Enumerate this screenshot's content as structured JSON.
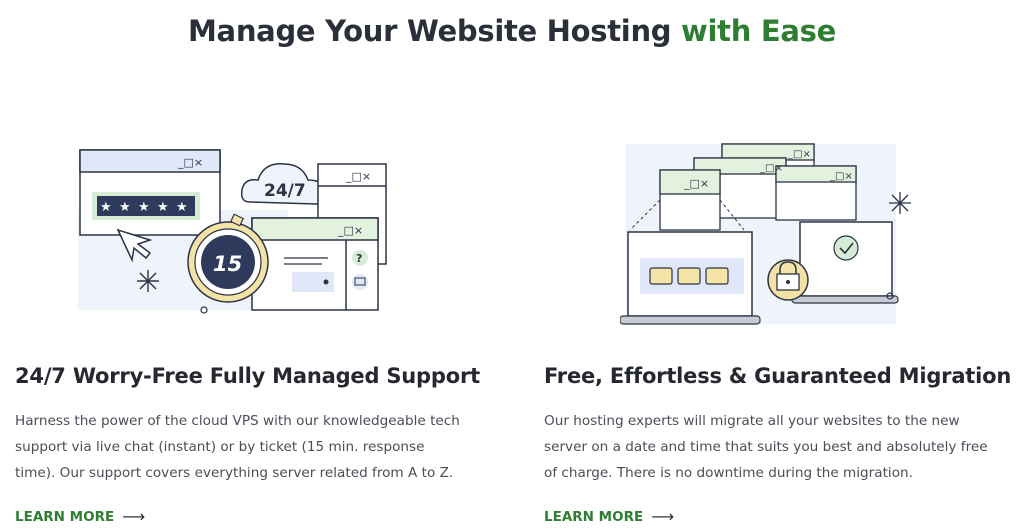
{
  "headline": {
    "main": "Manage Your Website Hosting ",
    "accent": "with Ease"
  },
  "features": [
    {
      "title": "24/7 Worry-Free Fully Managed Support",
      "description": "Harness the power of the cloud VPS with our knowledgeable tech support via live chat (instant) or by ticket (15 min. response time). Our support covers everything server related from A to Z.",
      "cta": "LEARN MORE",
      "illustration": {
        "cloud_label": "24/7",
        "timer_label": "15",
        "window_controls": "_□×",
        "help_glyph": "?"
      }
    },
    {
      "title": "Free, Effortless & Guaranteed Migration",
      "description": "Our hosting experts will migrate all your websites to the new server on a date and time that suits you best and absolutely free of charge. There is no downtime during the migration.",
      "cta": "LEARN MORE",
      "illustration": {
        "window_controls": "_□×"
      }
    }
  ],
  "colors": {
    "accent": "#2e7d32",
    "stroke": "#2c3345",
    "window_header_blue": "#dfe7f8",
    "window_header_green": "#e3f2df",
    "soft_blue": "#eef3fc",
    "yellow": "#f3e3a6"
  },
  "icons": {
    "cta_arrow": "⟶"
  }
}
